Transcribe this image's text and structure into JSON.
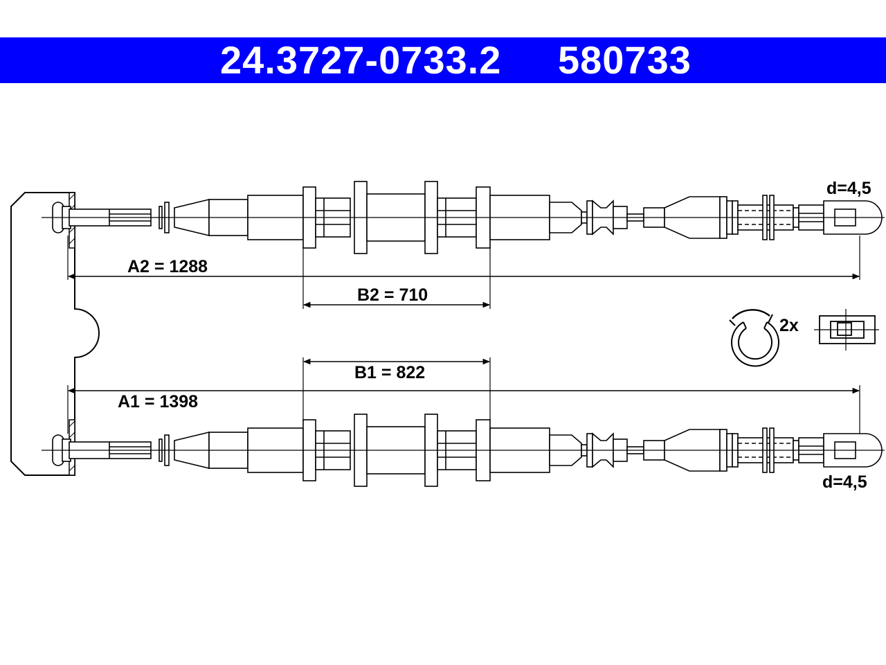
{
  "header": {
    "part_number": "24.3727-0733.2",
    "alt_number": "580733"
  },
  "labels": {
    "top_diameter": "d=4,5",
    "bottom_diameter": "d=4,5",
    "a2": "A2 = 1288",
    "b2": "B2 = 710",
    "b1": "B1 = 822",
    "a1": "A1 = 1398",
    "clip_qty": "2x"
  },
  "colors": {
    "header_bg": "#0000ff",
    "header_text": "#ffffff",
    "line": "#000000"
  }
}
